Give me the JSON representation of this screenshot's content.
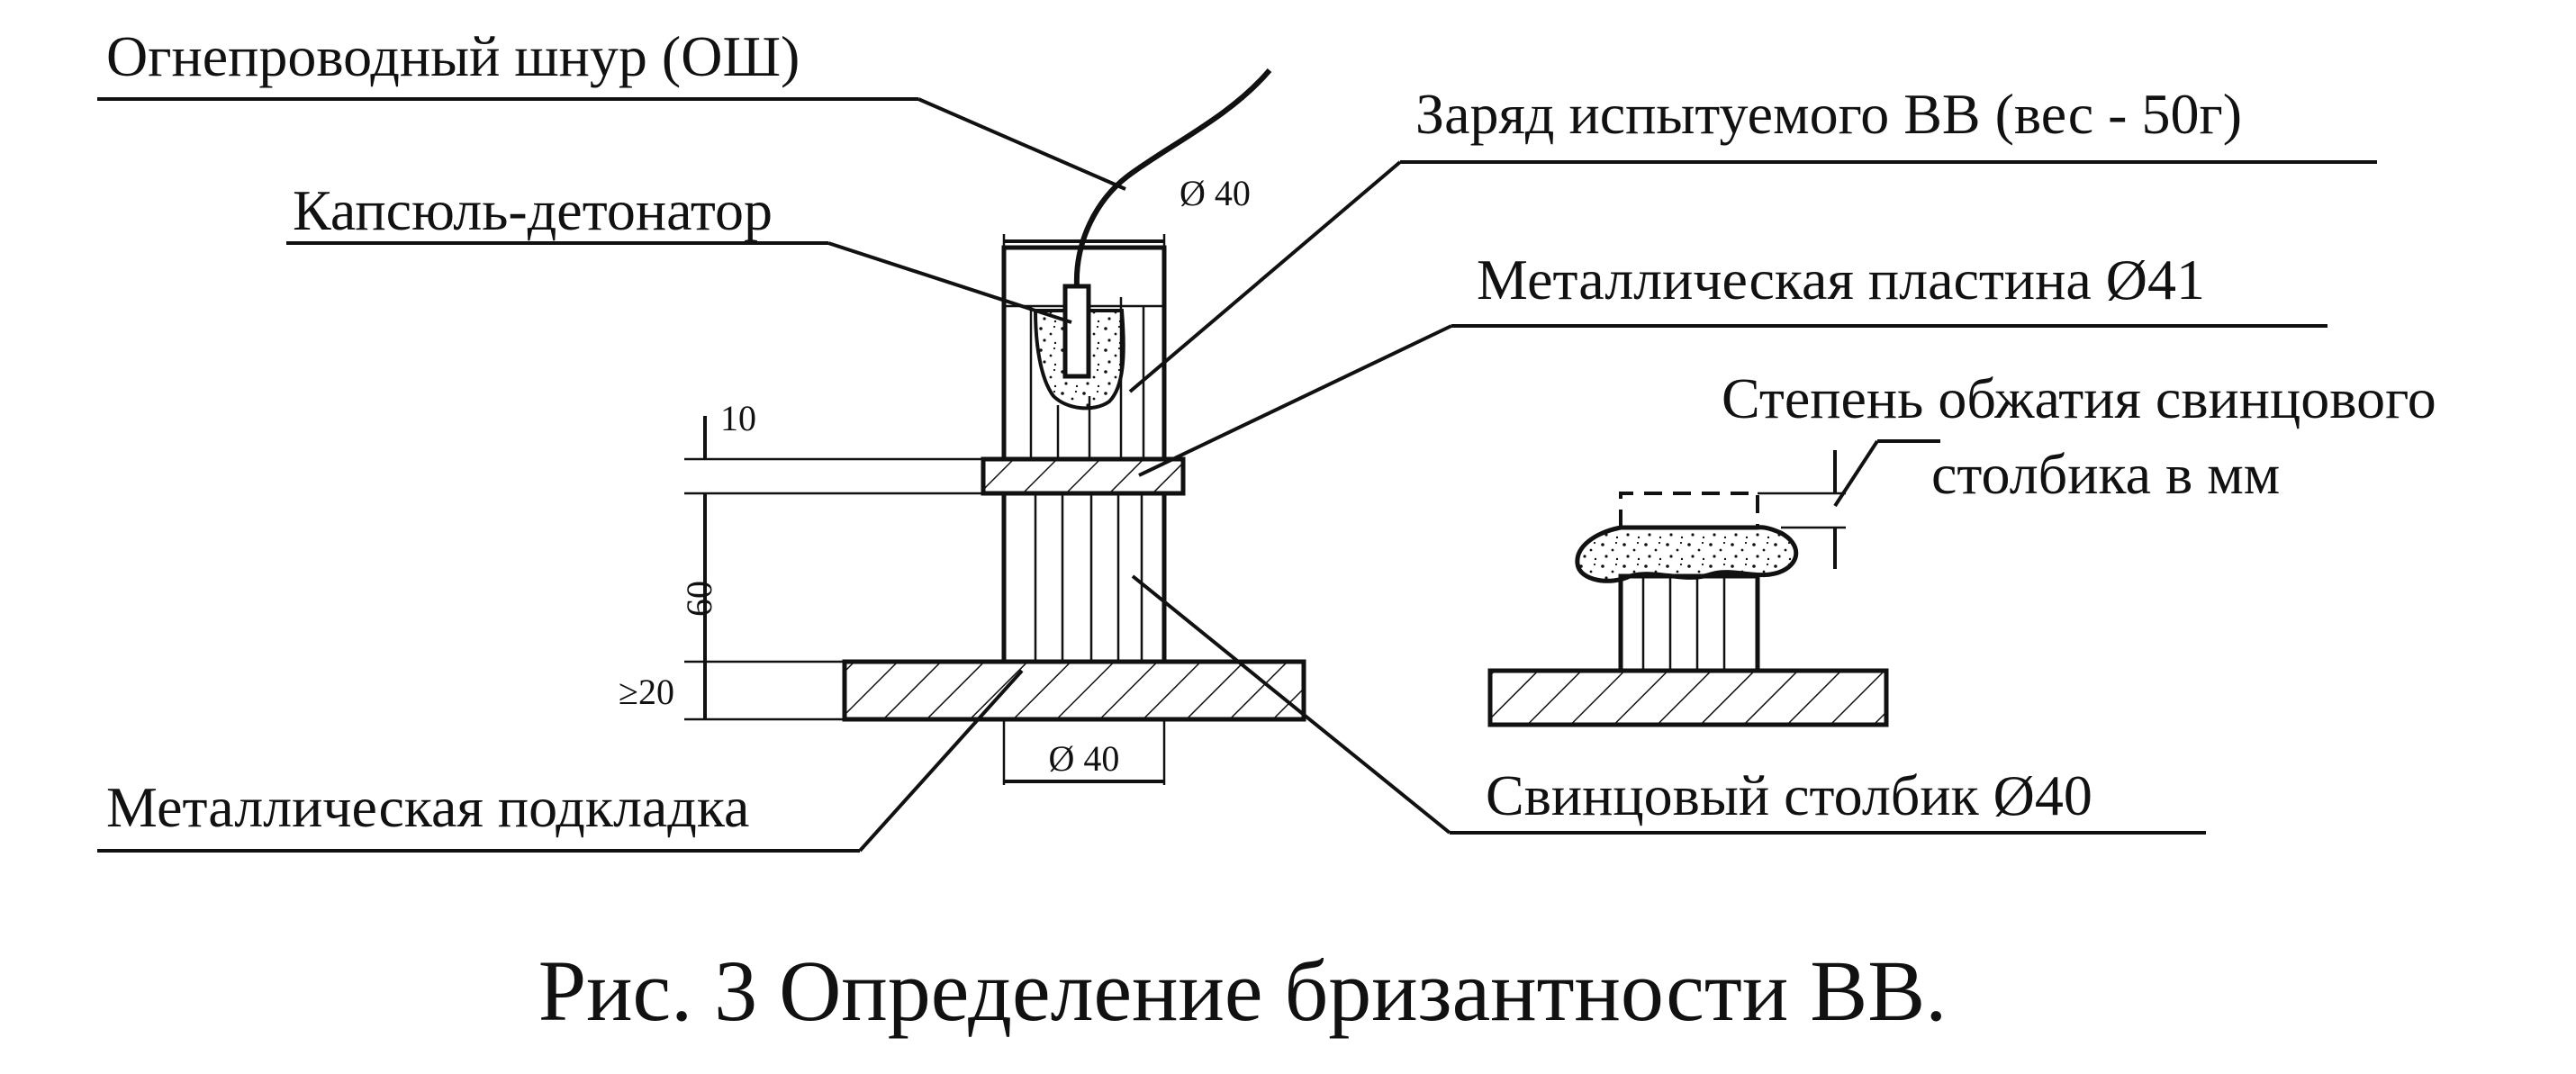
{
  "labels": {
    "fuse": "Огнепроводный шнур (ОШ)",
    "detonator": "Капсюль-детонатор",
    "charge": "Заряд испытуемого ВВ (вес - 50г)",
    "plate": "Металлическая пластина Ø41",
    "compression_line1": "Степень обжатия свинцового",
    "compression_line2": "столбика в мм",
    "base": "Металлическая подкладка",
    "lead_column": "Свинцовый столбик Ø40"
  },
  "dimensions": {
    "charge_diameter": "Ø 40",
    "column_diameter": "Ø 40",
    "plate_thickness": "10",
    "column_height": "60",
    "base_thickness": "≥20"
  },
  "caption": "Рис. 3 Определение бризантности ВВ."
}
